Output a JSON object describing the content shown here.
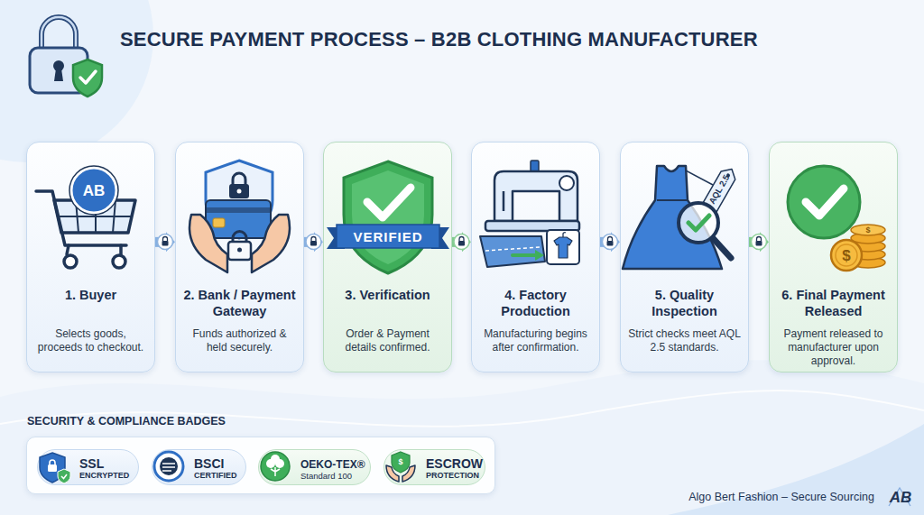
{
  "diagram": {
    "title": "SECURE PAYMENT PROCESS – B2B CLOTHING MANUFACTURER",
    "nodes": [
      {
        "text": [
          "1. Buyer",
          "Selects goods, proceeds to checkout."
        ]
      },
      {
        "text": [
          "2. Bank / Payment Gateway",
          "Funds authorized & held securely."
        ]
      },
      {
        "text": [
          "3. Verification",
          "Order & Payment details confirmed."
        ]
      },
      {
        "text": [
          "4. Factory Production",
          "Manufacturing begins after confirmation."
        ]
      },
      {
        "text": [
          "5. Quality Inspection",
          "Strict checks meet AQL 2.5 standards."
        ]
      },
      {
        "text": [
          "6. Final Payment Released",
          "Payment released to manufacturer upon approval."
        ]
      },
      {
        "text": [
          "SECURITY & COMPLIANCE BADGES"
        ]
      },
      {
        "text": [
          "SSL",
          "ENCRYPTED"
        ],
        "in": 6
      },
      {
        "text": [
          "BSCI",
          "CERTIFIED"
        ],
        "in": 6
      },
      {
        "text": [
          "OEKO-TEX®",
          "Standard 100"
        ],
        "in": 6
      },
      {
        "text": [
          "ESCROW",
          "PROTECTION"
        ],
        "in": 6
      }
    ],
    "edges": [
      {
        "from": 0,
        "to": 1,
        "arrow": "to"
      },
      {
        "from": 1,
        "to": 2,
        "arrow": "to"
      },
      {
        "from": 2,
        "to": 3,
        "arrow": "to"
      },
      {
        "from": 3,
        "to": 4,
        "arrow": "to"
      },
      {
        "from": 4,
        "to": 5,
        "arrow": "to"
      }
    ],
    "labels": [
      "AB",
      "VERIFIED",
      "AQL 2.5",
      "$",
      "$",
      "$",
      "Algo Bert Fashion – Secure Sourcing",
      "AB"
    ]
  }
}
